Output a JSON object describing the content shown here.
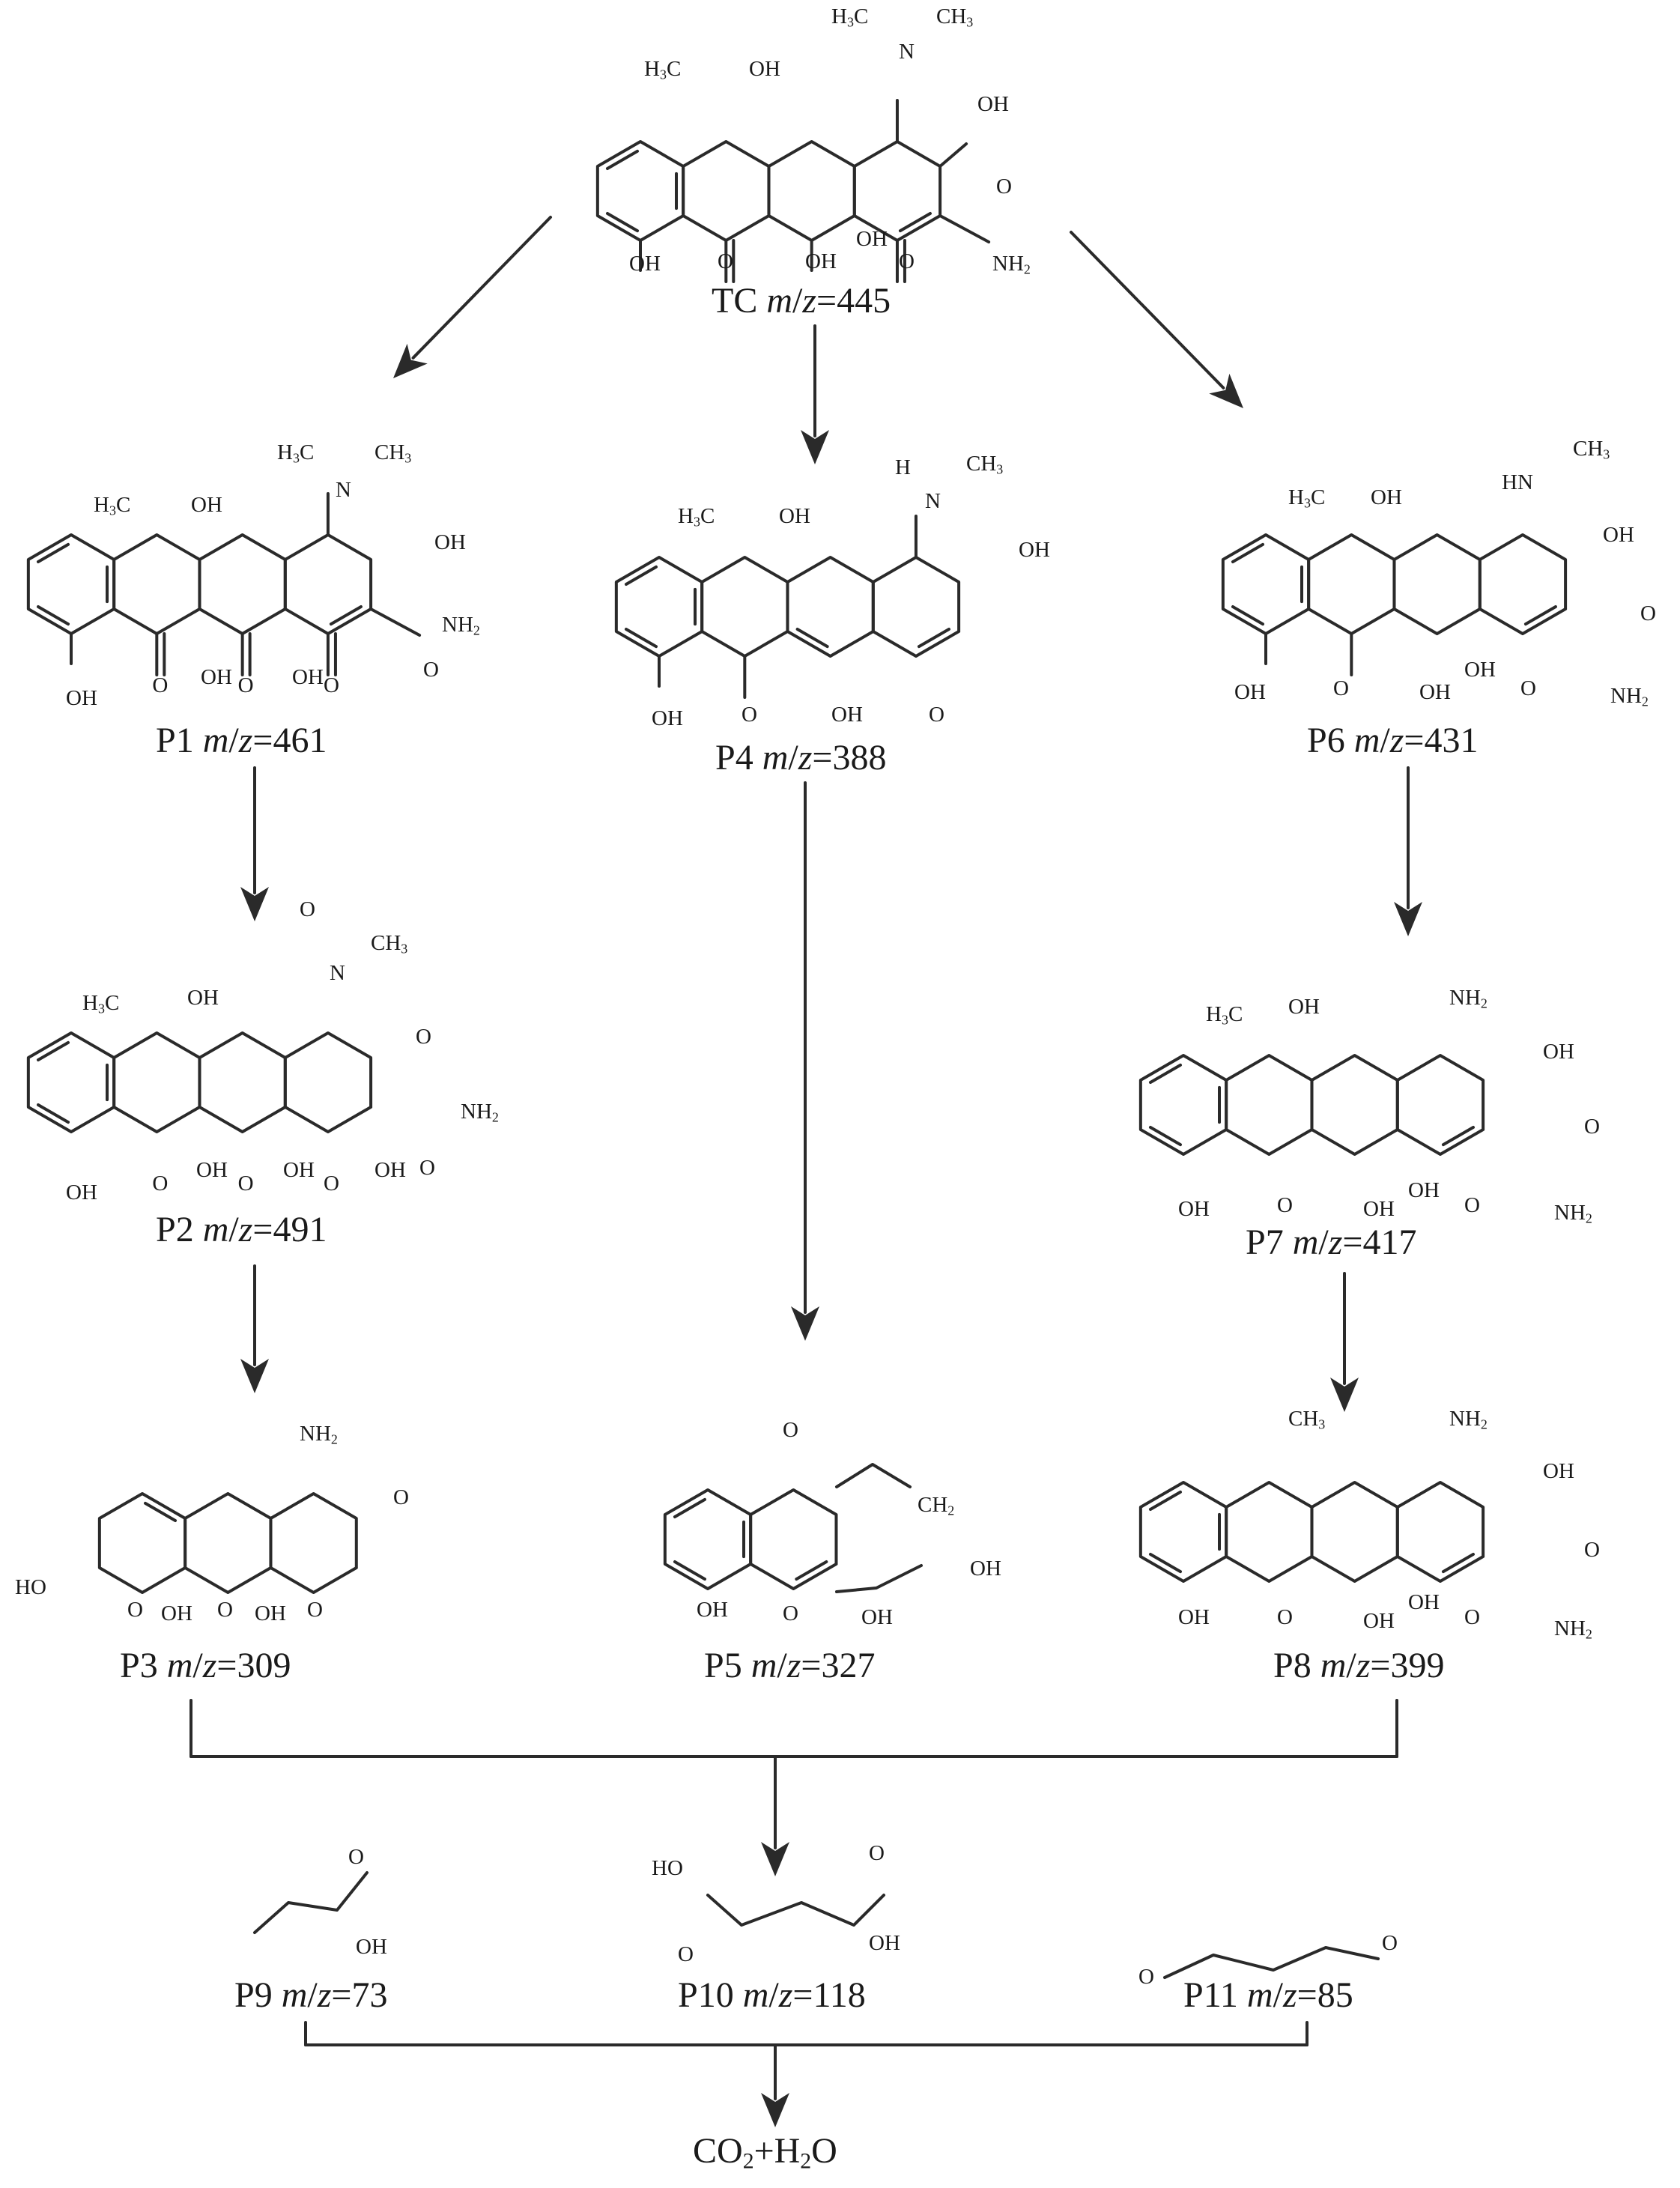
{
  "compounds": {
    "tc": {
      "name": "TC",
      "mz": "445"
    },
    "p1": {
      "name": "P1",
      "mz": "461"
    },
    "p2": {
      "name": "P2",
      "mz": "491"
    },
    "p3": {
      "name": "P3",
      "mz": "309"
    },
    "p4": {
      "name": "P4",
      "mz": "388"
    },
    "p5": {
      "name": "P5",
      "mz": "327"
    },
    "p6": {
      "name": "P6",
      "mz": "431"
    },
    "p7": {
      "name": "P7",
      "mz": "417"
    },
    "p8": {
      "name": "P8",
      "mz": "399"
    },
    "p9": {
      "name": "P9",
      "mz": "73"
    },
    "p10": {
      "name": "P10",
      "mz": "118"
    },
    "p11": {
      "name": "P11",
      "mz": "85"
    }
  },
  "mz_prefix": {
    "m": "m",
    "slash": "/",
    "z": "z",
    "eq": "="
  },
  "final_products": {
    "co2": "CO",
    "co2_sub": "2",
    "plus": "+H",
    "h2o_sub": "2",
    "o": "O"
  },
  "atoms": {
    "oh": "OH",
    "o": "O",
    "n": "N",
    "hn": "HN",
    "h": "H",
    "nh": "NH",
    "ho": "HO",
    "h3c": "H",
    "c": "C",
    "ch": "CH",
    "three": "3",
    "two": "2"
  }
}
